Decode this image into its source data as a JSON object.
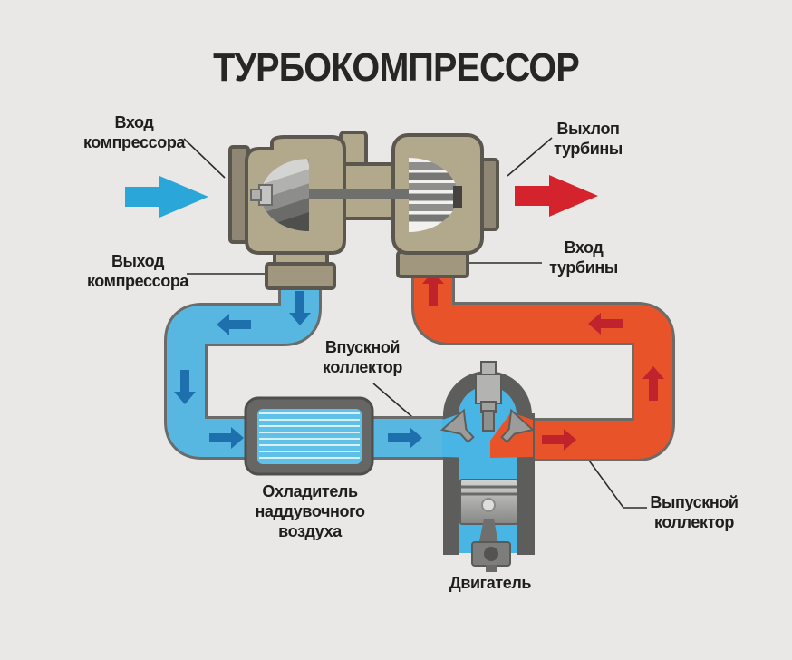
{
  "title": "ТУРБОКОМПРЕССОР",
  "labels": {
    "compressor_inlet": "Вход\nкомпрессора",
    "compressor_outlet": "Выход\nкомпрессора",
    "turbine_exhaust": "Выхлоп\nтурбины",
    "turbine_inlet": "Вход\nтурбины",
    "intake_manifold": "Впускной\nколлектор",
    "intercooler": "Охладитель\nнаддувочного\nвоздуха",
    "engine": "Двигатель",
    "exhaust_manifold": "Выпускной\nколлектор"
  },
  "colors": {
    "background": "#e9e8e6",
    "cold_pipe": "#57b7e0",
    "hot_pipe": "#e8532a",
    "pipe_outline": "#6b6b69",
    "flow_arrow_cold": "#1e6fae",
    "flow_arrow_hot": "#c0232b",
    "big_arrow_cold": "#2aa7d8",
    "big_arrow_hot": "#d5232e",
    "housing_tan": "#b2a88c",
    "flange_tan": "#a1977e",
    "side_flange": "#8f8774",
    "machine_outline": "#5b574f",
    "engine_gray": "#5d5d5b",
    "chamber_blue": "#49b5e5",
    "text": "#1e1e1c"
  }
}
